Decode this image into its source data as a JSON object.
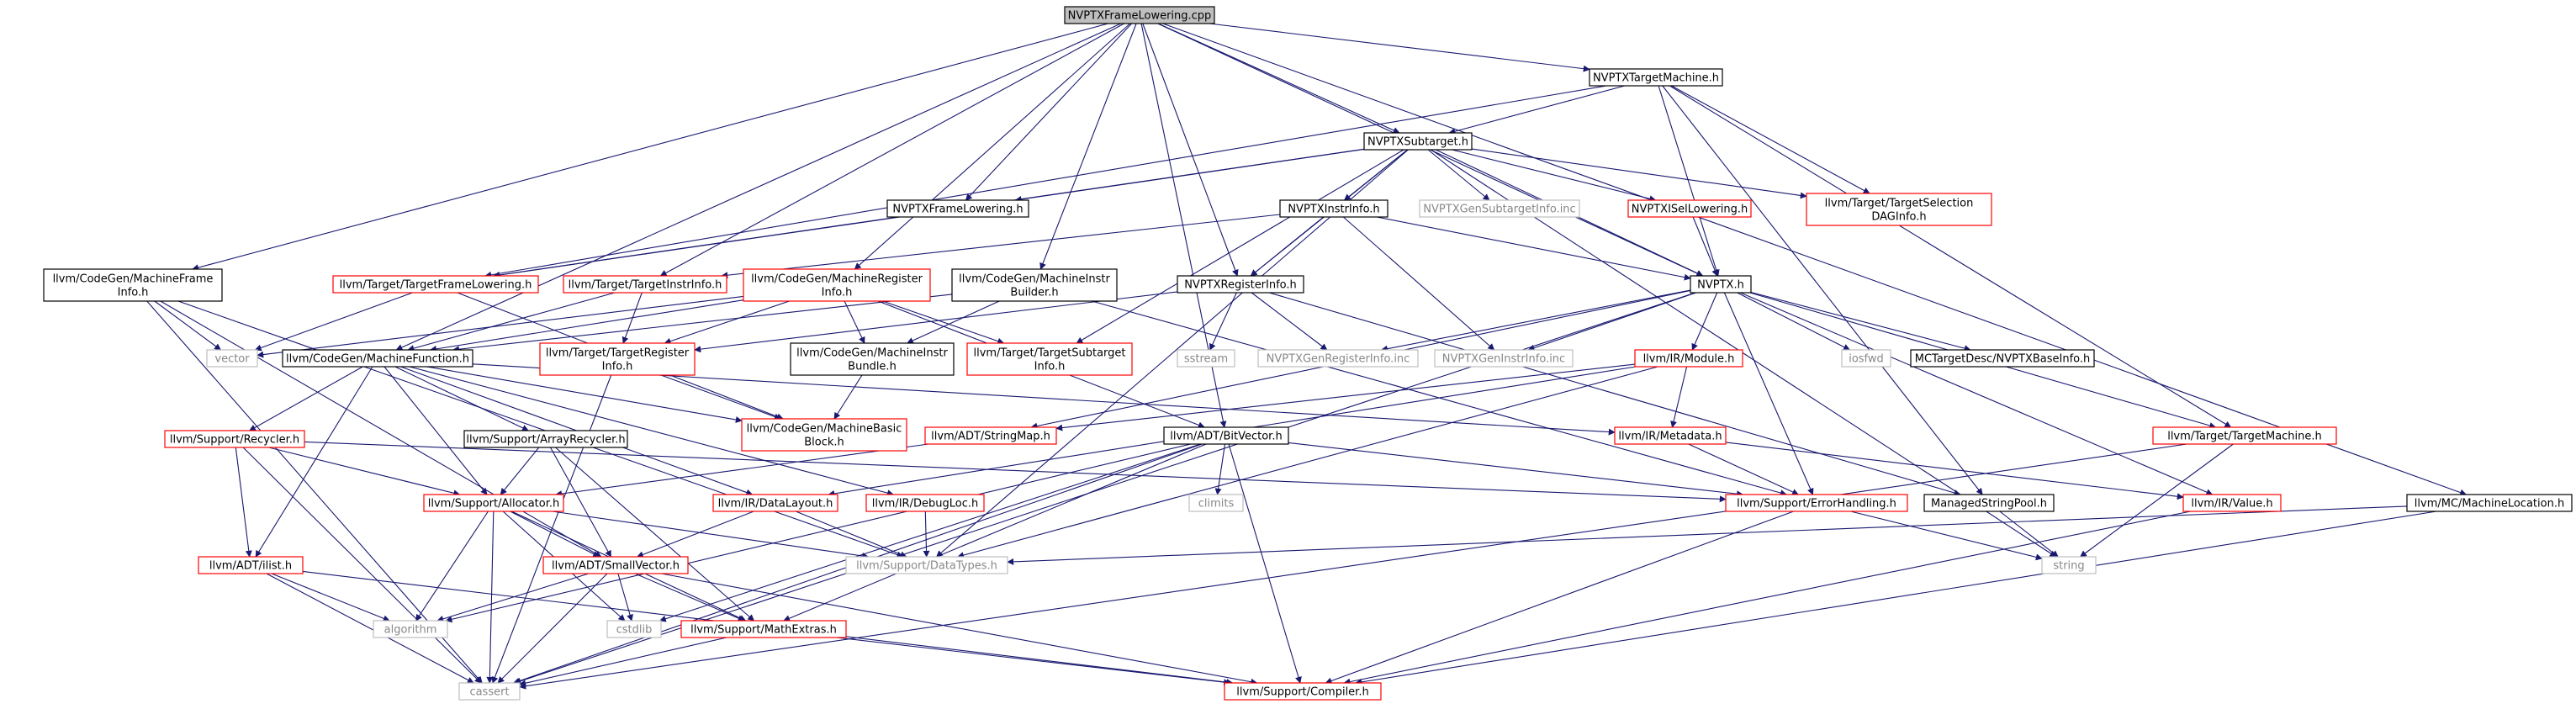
{
  "colors": {
    "edge": "#191970",
    "self_fill": "#bfbfbf",
    "border_plain": "#000000",
    "border_linked": "#ff0000",
    "border_external": "#bfbfbf",
    "text_external": "#888888"
  },
  "nodes": {
    "root": [
      "NVPTXFrameLowering.cpp"
    ],
    "target_machine": [
      "NVPTXTargetMachine.h"
    ],
    "subtarget": [
      "NVPTXSubtarget.h"
    ],
    "frame_lowering_h": [
      "NVPTXFrameLowering.h"
    ],
    "instr_info": [
      "NVPTXInstrInfo.h"
    ],
    "gen_subtarget_inc": [
      "NVPTXGenSubtargetInfo.inc"
    ],
    "isel_lowering": [
      "NVPTXISelLowering.h"
    ],
    "selection_dag_info": [
      "llvm/Target/TargetSelection",
      "DAGInfo.h"
    ],
    "machine_frame_info": [
      "llvm/CodeGen/MachineFrame",
      "Info.h"
    ],
    "target_frame_lowering": [
      "llvm/Target/TargetFrameLowering.h"
    ],
    "target_instr_info": [
      "llvm/Target/TargetInstrInfo.h"
    ],
    "machine_register_info": [
      "llvm/CodeGen/MachineRegister",
      "Info.h"
    ],
    "machine_instr_builder": [
      "llvm/CodeGen/MachineInstr",
      "Builder.h"
    ],
    "register_info": [
      "NVPTXRegisterInfo.h"
    ],
    "nvptx_h": [
      "NVPTX.h"
    ],
    "vector": [
      "vector"
    ],
    "machine_function": [
      "llvm/CodeGen/MachineFunction.h"
    ],
    "target_register_info": [
      "llvm/Target/TargetRegister",
      "Info.h"
    ],
    "machine_instr_bundle": [
      "llvm/CodeGen/MachineInstr",
      "Bundle.h"
    ],
    "target_subtarget_info": [
      "llvm/Target/TargetSubtarget",
      "Info.h"
    ],
    "sstream": [
      "sstream"
    ],
    "gen_register_inc": [
      "NVPTXGenRegisterInfo.inc"
    ],
    "gen_instr_inc": [
      "NVPTXGenInstrInfo.inc"
    ],
    "ir_module": [
      "llvm/IR/Module.h"
    ],
    "iosfwd": [
      "iosfwd"
    ],
    "base_info": [
      "MCTargetDesc/NVPTXBaseInfo.h"
    ],
    "recycler": [
      "llvm/Support/Recycler.h"
    ],
    "array_recycler": [
      "llvm/Support/ArrayRecycler.h"
    ],
    "machine_basic_block": [
      "llvm/CodeGen/MachineBasic",
      "Block.h"
    ],
    "string_map": [
      "llvm/ADT/StringMap.h"
    ],
    "bit_vector": [
      "llvm/ADT/BitVector.h"
    ],
    "ir_metadata": [
      "llvm/IR/Metadata.h"
    ],
    "target_target_machine": [
      "llvm/Target/TargetMachine.h"
    ],
    "allocator": [
      "llvm/Support/Allocator.h"
    ],
    "data_layout": [
      "llvm/IR/DataLayout.h"
    ],
    "debug_loc": [
      "llvm/IR/DebugLoc.h"
    ],
    "climits": [
      "climits"
    ],
    "error_handling": [
      "llvm/Support/ErrorHandling.h"
    ],
    "managed_string_pool": [
      "ManagedStringPool.h"
    ],
    "ir_value": [
      "llvm/IR/Value.h"
    ],
    "machine_location": [
      "llvm/MC/MachineLocation.h"
    ],
    "ilist": [
      "llvm/ADT/ilist.h"
    ],
    "small_vector": [
      "llvm/ADT/SmallVector.h"
    ],
    "data_types": [
      "llvm/Support/DataTypes.h"
    ],
    "string": [
      "string"
    ],
    "algorithm": [
      "algorithm"
    ],
    "cstdlib": [
      "cstdlib"
    ],
    "math_extras": [
      "llvm/Support/MathExtras.h"
    ],
    "cassert": [
      "cassert"
    ],
    "compiler": [
      "llvm/Support/Compiler.h"
    ]
  }
}
